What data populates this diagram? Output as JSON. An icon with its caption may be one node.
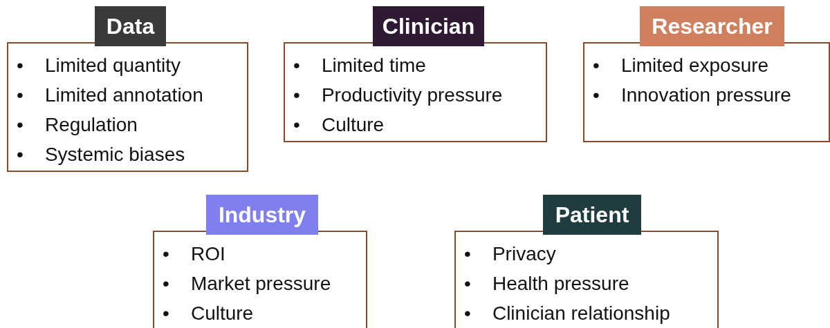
{
  "diagram": {
    "nodes": [
      {
        "text": [
          "Data",
          "• Limited quantity",
          "• Limited annotation",
          "• Regulation",
          "• Systemic biases"
        ]
      },
      {
        "text": [
          "Clinician",
          "• Limited time",
          "• Productivity pressure",
          "• Culture"
        ]
      },
      {
        "text": [
          "Researcher",
          "• Limited exposure",
          "• Innovation pressure"
        ]
      },
      {
        "text": [
          "Industry",
          "• ROI",
          "• Market pressure",
          "• Culture"
        ]
      },
      {
        "text": [
          "Patient",
          "• Privacy",
          "• Health pressure",
          "• Clinician relationship"
        ]
      }
    ],
    "edges": []
  }
}
